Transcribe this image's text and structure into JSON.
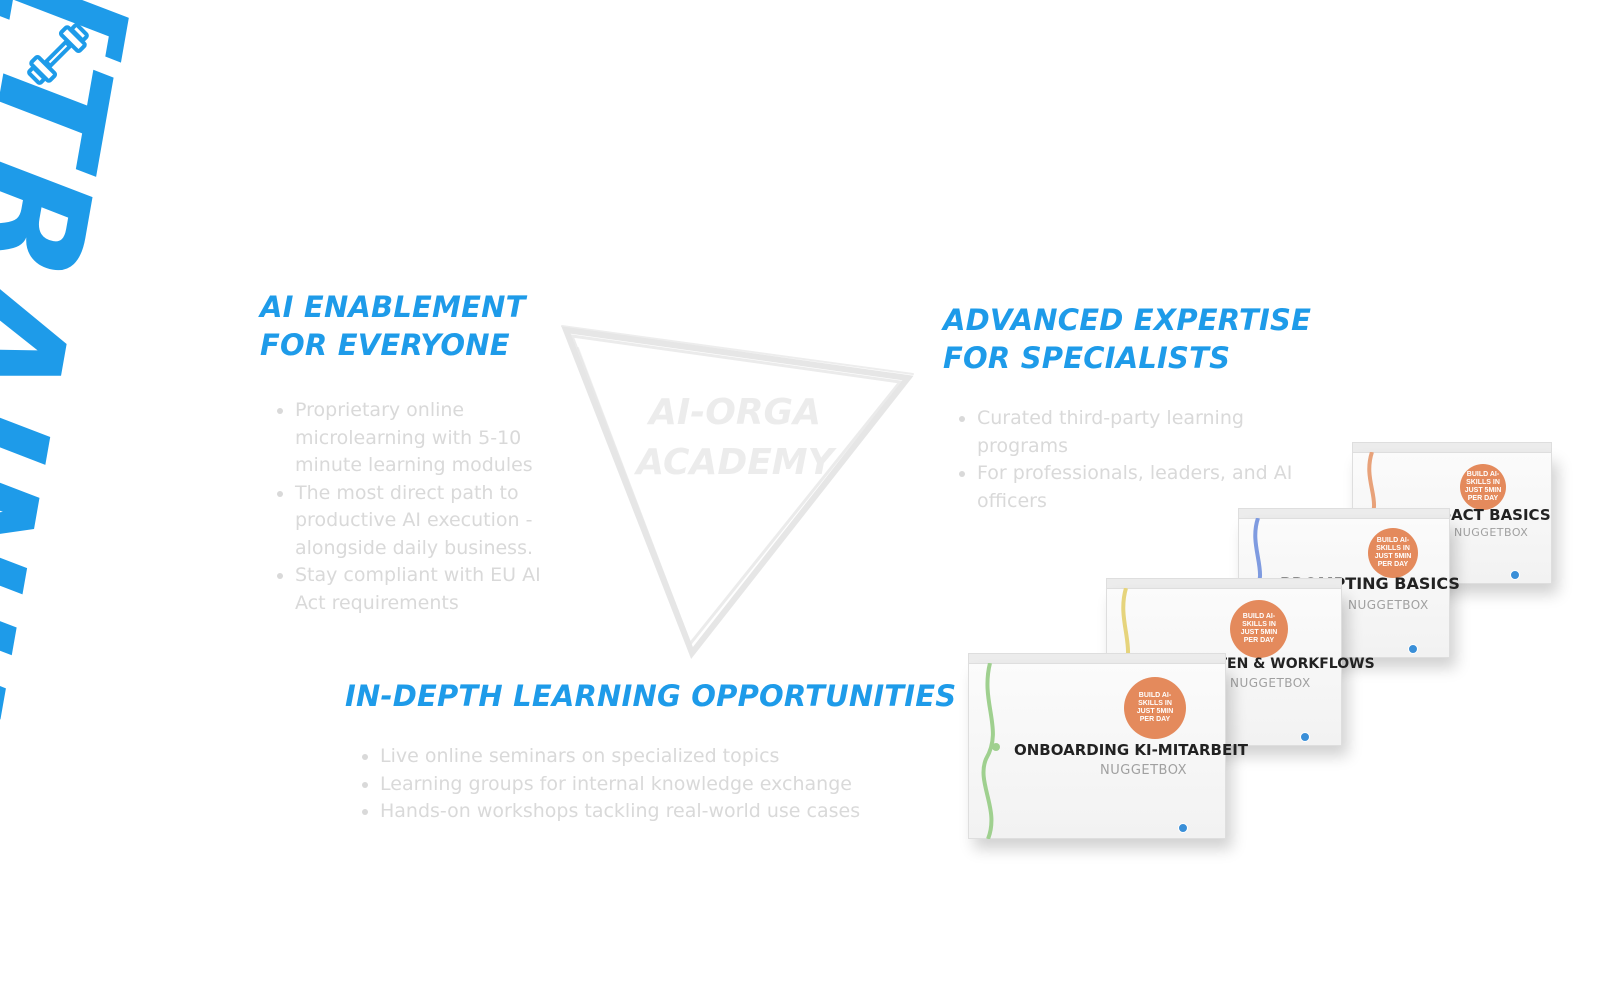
{
  "page": {
    "vertical_title": "[TRAINING]",
    "accent_color": "#1e9be9",
    "muted_text_color": "#d9d9d9",
    "icon": "dumbbell-icon"
  },
  "center": {
    "line1": "AI-ORGA",
    "line2": "ACADEMY"
  },
  "sections": {
    "everyone": {
      "title_line1": "AI ENABLEMENT",
      "title_line2": "FOR EVERYONE",
      "bullets": [
        "Proprietary online microlearning with 5-10 minute learning modules",
        "The most direct path to productive AI execution - alongside daily business.",
        "Stay compliant with EU AI Act requirements"
      ]
    },
    "specialists": {
      "title_line1": "ADVANCED EXPERTISE",
      "title_line2": "FOR SPECIALISTS",
      "bullets": [
        "Curated third-party learning programs",
        "For professionals, leaders, and AI officers"
      ]
    },
    "indepth": {
      "title": "IN-DEPTH LEARNING OPPORTUNITIES",
      "bullets": [
        "Live online seminars on specialized topics",
        "Learning groups for internal knowledge exchange",
        "Hands-on workshops tackling real-world use cases"
      ]
    }
  },
  "boxes": [
    {
      "name": "EU AI-ACT BASICS",
      "sub": "NUGGETBOX",
      "badge": "BUILD AI-SKILLS IN JUST 5MIN PER DAY",
      "accent": "#e8a27a"
    },
    {
      "name": "PROMPTING BASICS",
      "sub": "NUGGETBOX",
      "badge": "BUILD AI-SKILLS IN JUST 5MIN PER DAY",
      "accent": "#7f9be0"
    },
    {
      "name": "KI-AGENTEN & WORKFLOWS",
      "sub": "NUGGETBOX",
      "badge": "BUILD AI-SKILLS IN JUST 5MIN PER DAY",
      "accent": "#e6d47c"
    },
    {
      "name": "ONBOARDING KI-MITARBEIT",
      "sub": "NUGGETBOX",
      "badge": "BUILD AI-SKILLS IN JUST 5MIN PER DAY",
      "accent": "#9fd08f"
    }
  ]
}
